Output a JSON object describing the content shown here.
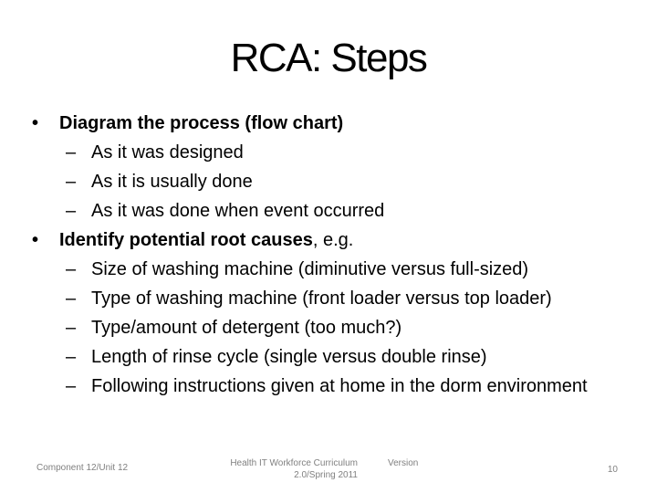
{
  "slide": {
    "title": "RCA: Steps",
    "bullet_char": "•",
    "dash_char": "–",
    "bullets": [
      {
        "label_bold": "Diagram the process (flow chart)",
        "label_regular": "",
        "sub": [
          "As it was designed",
          "As it is usually done",
          "As it was done when event occurred"
        ]
      },
      {
        "label_bold": "Identify potential root causes",
        "label_regular": ", e.g.",
        "sub": [
          "Size of washing machine (diminutive versus full-sized)",
          "Type of washing machine (front loader versus top loader)",
          "Type/amount of detergent (too much?)",
          "Length of rinse cycle (single versus double rinse)",
          "Following instructions given at home in the dorm environment"
        ]
      }
    ]
  },
  "footer": {
    "left": "Component 12/Unit 12",
    "center_line1": "Health IT Workforce Curriculum",
    "center_line2": "2.0/Spring 2011",
    "version_label": "Version",
    "page_number": "10"
  },
  "colors": {
    "background": "#ffffff",
    "text": "#000000",
    "footer_text": "#808080"
  }
}
